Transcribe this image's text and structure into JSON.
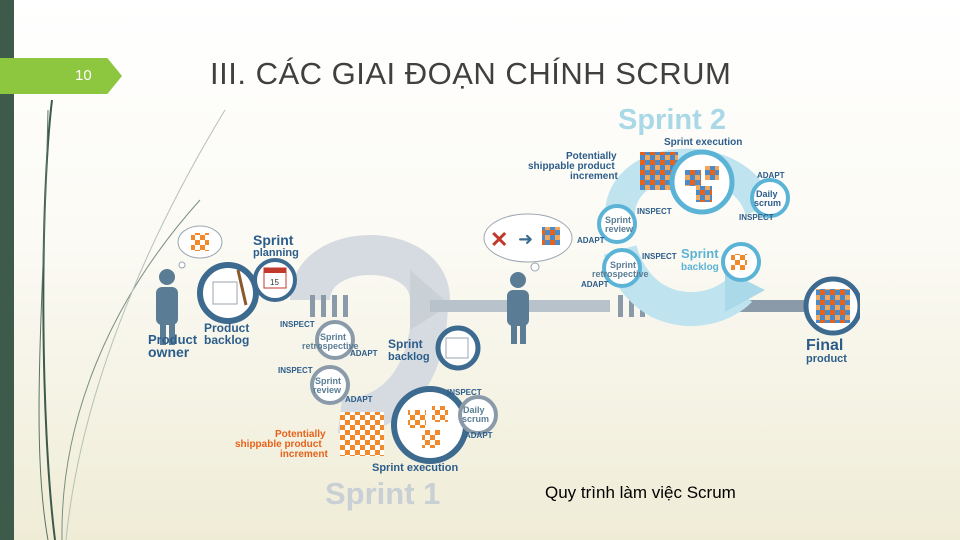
{
  "slide": {
    "page_number": "10",
    "title": "III. CÁC GIAI ĐOẠN CHÍNH SCRUM",
    "caption": "Quy trình làm việc Scrum"
  },
  "diagram": {
    "sprint1": "Sprint 1",
    "sprint2": "Sprint 2",
    "sprint_planning_1": "Sprint",
    "sprint_planning_2": "planning",
    "calendar_day": "15",
    "product_owner_1": "Product",
    "product_owner_2": "owner",
    "product_backlog_1": "Product",
    "product_backlog_2": "backlog",
    "s1_retro_1": "Sprint",
    "s1_retro_2": "retrospective",
    "s1_review_1": "Sprint",
    "s1_review_2": "review",
    "s1_backlog_1": "Sprint",
    "s1_backlog_2": "backlog",
    "s1_daily_1": "Daily",
    "s1_daily_2": "scrum",
    "s1_execution": "Sprint execution",
    "s1_increment_1": "Potentially",
    "s1_increment_2": "shippable product",
    "s1_increment_3": "increment",
    "inspect": "INSPECT",
    "adapt": "ADAPT",
    "s2_execution": "Sprint execution",
    "s2_increment_1": "Potentially",
    "s2_increment_2": "shippable product",
    "s2_increment_3": "increment",
    "s2_daily_1": "Daily",
    "s2_daily_2": "scrum",
    "s2_review_1": "Sprint",
    "s2_review_2": "review",
    "s2_retro_1": "Sprint",
    "s2_retro_2": "retrospective",
    "s2_backlog_1": "Sprint",
    "s2_backlog_2": "backlog",
    "final_1": "Final",
    "final_2": "product"
  },
  "colors": {
    "accent_green": "#8dc63f",
    "dark_green": "#3e5a4a",
    "navy": "#2c5d8a",
    "orange": "#e8621a",
    "light_blue": "#5bb3d6",
    "grey": "#8a9aa8"
  }
}
